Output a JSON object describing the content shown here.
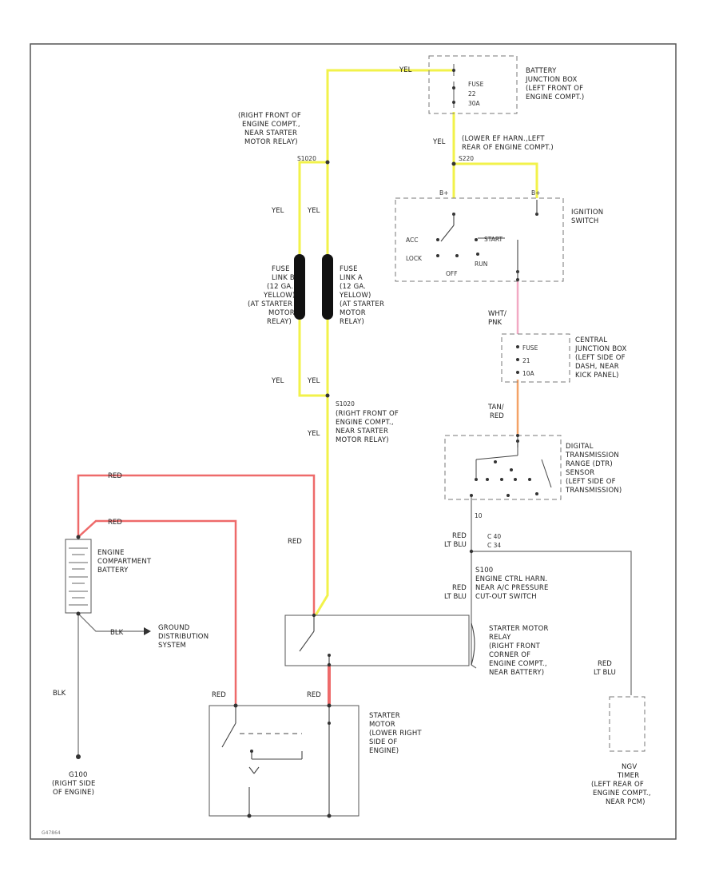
{
  "colors": {
    "yellow": "#f2f24a",
    "red": "#ee6a6a",
    "pink": "#f2a9c4",
    "orange": "#f4a267",
    "wire": "#666666",
    "box_dash": "#777777"
  },
  "battery_jb": {
    "fuse_l1": "FUSE",
    "fuse_l2": "22",
    "fuse_l3": "30A",
    "lines": [
      "BATTERY",
      "JUNCTION BOX",
      "(LEFT FRONT OF",
      "ENGINE COMPT.)"
    ]
  },
  "ignition_switch": {
    "lines": [
      "IGNITION",
      "SWITCH"
    ],
    "acc": "ACC",
    "lock": "LOCK",
    "off": "OFF",
    "run": "RUN",
    "start": "START",
    "term_l": "B+",
    "term_r": "B+"
  },
  "central_jb": {
    "fuse_l1": "FUSE",
    "fuse_l2": "21",
    "fuse_l3": "10A",
    "lines": [
      "CENTRAL",
      "JUNCTION BOX",
      "(LEFT SIDE OF",
      "DASH, NEAR",
      "KICK PANEL)"
    ]
  },
  "dtr_sensor": {
    "lines": [
      "DIGITAL",
      "TRANSMISSION",
      "RANGE (DTR)",
      "SENSOR",
      "(LEFT SIDE OF",
      "TRANSMISSION)"
    ]
  },
  "splice_s100": {
    "lines": [
      "S100",
      "ENGINE CTRL HARN.",
      "NEAR A/C PRESSURE",
      "CUT-OUT SWITCH"
    ]
  },
  "starter_relay": {
    "lines": [
      "STARTER MOTOR",
      "RELAY",
      "(RIGHT FRONT",
      "CORNER OF",
      "ENGINE COMPT.,",
      "NEAR BATTERY)"
    ]
  },
  "starter_motor": {
    "lines": [
      "STARTER",
      "MOTOR",
      "(LOWER RIGHT",
      "SIDE OF",
      "ENGINE)"
    ]
  },
  "battery": {
    "lines": [
      "ENGINE",
      "COMPARTMENT",
      "BATTERY"
    ]
  },
  "ground_dist": {
    "lines": [
      "GROUND",
      "DISTRIBUTION",
      "SYSTEM"
    ]
  },
  "ground_g100": {
    "lines": [
      "G100",
      "(RIGHT SIDE",
      "OF ENGINE)"
    ]
  },
  "fuse_link_b": {
    "lines": [
      "FUSE",
      "LINK B",
      "(12 GA.",
      "YELLOW)",
      "(AT STARTER",
      "MOTOR",
      "RELAY)"
    ]
  },
  "fuse_link_a": {
    "lines": [
      "FUSE",
      "LINK A",
      "(12 GA.",
      "YELLOW)",
      "(AT STARTER",
      "MOTOR",
      "RELAY)"
    ]
  },
  "splice_top_left": {
    "lines": [
      "(RIGHT FRONT OF",
      "ENGINE COMPT.,",
      "NEAR STARTER",
      "MOTOR RELAY)"
    ],
    "id": "S1020"
  },
  "splice_mid_left": {
    "lines": [
      "S1020",
      "(RIGHT FRONT OF",
      "ENGINE COMPT.,",
      "NEAR STARTER",
      "MOTOR RELAY)"
    ]
  },
  "splice_s220": {
    "id": "S220",
    "lines": [
      "(LOWER EF HARN.,LEFT",
      "REAR OF ENGINE COMPT.)"
    ]
  },
  "ewd_timer": {
    "lines": [
      "NGV",
      "TIMER",
      "(LEFT REAR OF",
      "ENGINE COMPT.,",
      "NEAR PCM)"
    ]
  },
  "connector_note": {
    "lines": [
      "C 40",
      "C 34"
    ]
  },
  "wire_labels": {
    "yel": "YEL",
    "red": "RED",
    "blk": "BLK",
    "red_lt_blu": [
      "RED",
      "LT BLU"
    ],
    "wht_pnk": [
      "WHT/",
      "PNK"
    ],
    "tan_red": [
      "TAN/",
      "RED"
    ],
    "dtr_pin": "10"
  },
  "footer_code": "G47864"
}
